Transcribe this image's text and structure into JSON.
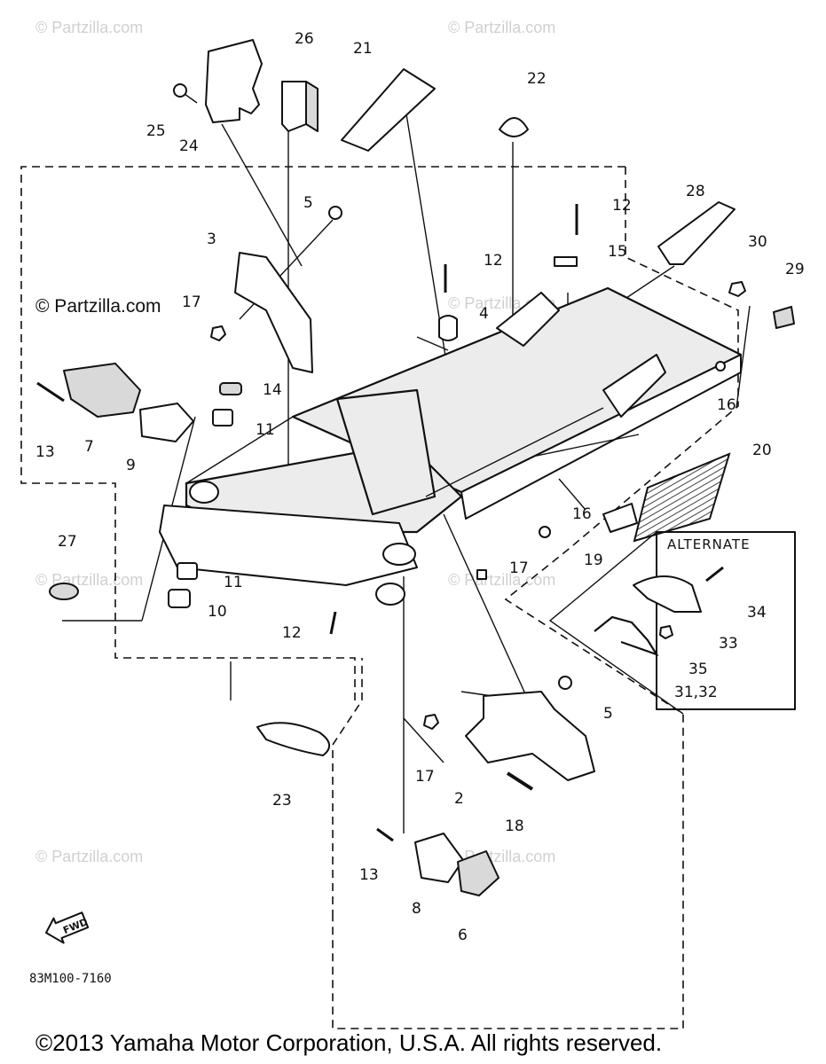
{
  "watermarks": {
    "main": "© Partzilla.com",
    "faint": "© Partzilla.com"
  },
  "callouts": {
    "c2": "2",
    "c3": "3",
    "c4": "4",
    "c5a": "5",
    "c5b": "5",
    "c6": "6",
    "c7": "7",
    "c8": "8",
    "c9": "9",
    "c10": "10",
    "c11a": "11",
    "c11b": "11",
    "c12a": "12",
    "c12b": "12",
    "c12c": "12",
    "c13a": "13",
    "c13b": "13",
    "c14": "14",
    "c15": "15",
    "c16a": "16",
    "c16b": "16",
    "c17a": "17",
    "c17b": "17",
    "c17c": "17",
    "c18": "18",
    "c19": "19",
    "c20": "20",
    "c21": "21",
    "c22": "22",
    "c23": "23",
    "c24": "24",
    "c25": "25",
    "c26": "26",
    "c27": "27",
    "c28": "28",
    "c29": "29",
    "c30": "30",
    "c31_32": "31,32",
    "c33": "33",
    "c34": "34",
    "c35": "35"
  },
  "alternate_label": "ALTERNATE",
  "fwd_label": "FWD",
  "diagram_code": "83M100-7160",
  "copyright": "©2013  Yamaha Motor Corporation, U.S.A. All rights reserved."
}
